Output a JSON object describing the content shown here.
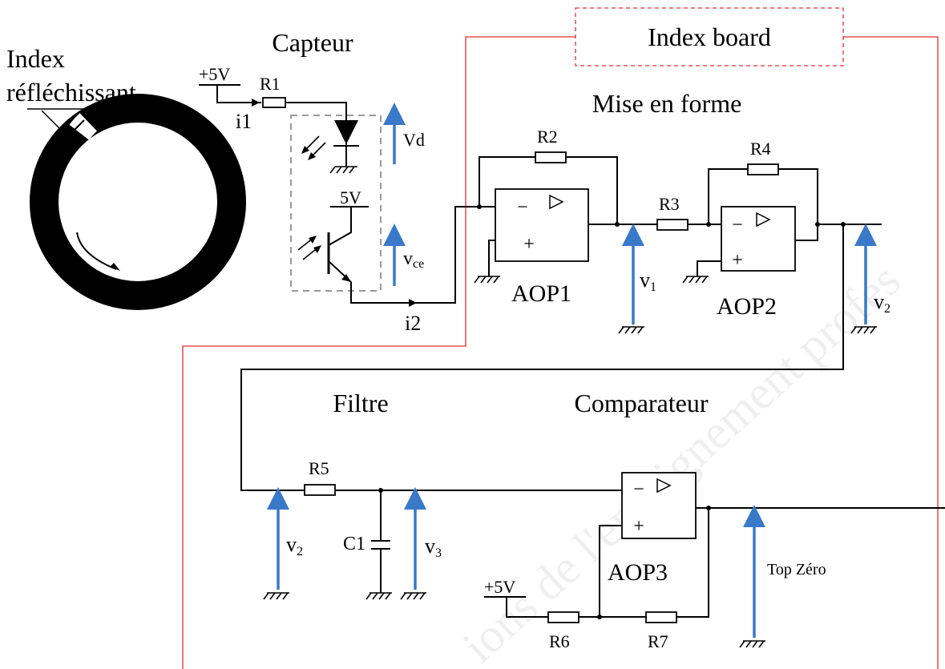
{
  "board_title": "Index board",
  "disk": {
    "label_line1": "Index",
    "label_line2": "réfléchissant"
  },
  "sections": {
    "sensor": "Capteur",
    "shaping": "Mise en forme",
    "filter": "Filtre",
    "comparator": "Comparateur"
  },
  "resistors": {
    "r1": "R1",
    "r2": "R2",
    "r3": "R3",
    "r4": "R4",
    "r5": "R5",
    "r6": "R6",
    "r7": "R7"
  },
  "capacitor": "C1",
  "opamps": {
    "aop1": "AOP1",
    "aop2": "AOP2",
    "aop3": "AOP3"
  },
  "supplies": {
    "sensor_supply": "+5V",
    "transistor_supply": "5V",
    "comparator_supply": "+5V"
  },
  "currents": {
    "i1": "i1",
    "i2": "i2"
  },
  "voltages": {
    "vd": "Vd",
    "vce_main": "v",
    "vce_sub": "ce",
    "v1_main": "v",
    "v1_sub": "1",
    "v2_main": "v",
    "v2_sub": "2",
    "v3_main": "v",
    "v3_sub": "3",
    "top_zero": "Top Zéro"
  },
  "opamp_signs": {
    "minus": "−",
    "plus": "+"
  },
  "watermark": "ions de l'enseignement profes"
}
